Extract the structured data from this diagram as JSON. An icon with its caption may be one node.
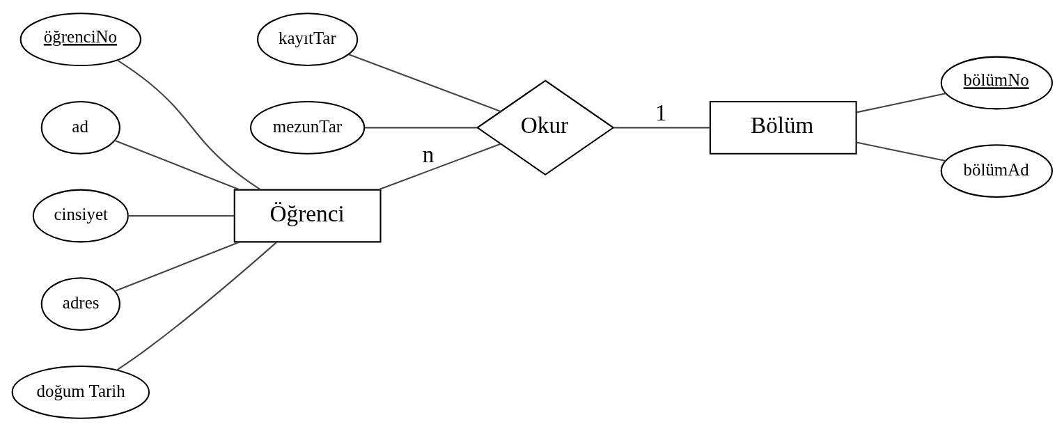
{
  "diagram": {
    "nodes": [
      {
        "text": [
          "Öğrenci"
        ]
      },
      {
        "text": [
          "öğrenciNo"
        ]
      },
      {
        "text": [
          "ad"
        ]
      },
      {
        "text": [
          "cinsiyet"
        ]
      },
      {
        "text": [
          "adres"
        ]
      },
      {
        "text": [
          "doğum Tarih"
        ]
      },
      {
        "text": [
          "Okur"
        ]
      },
      {
        "text": [
          "kayıtTar"
        ]
      },
      {
        "text": [
          "mezunTar"
        ]
      },
      {
        "text": [
          "Bölüm"
        ]
      },
      {
        "text": [
          "bölümNo"
        ]
      },
      {
        "text": [
          "bölümAd"
        ]
      }
    ],
    "edges": [
      {
        "from": 1,
        "to": 0,
        "arrow": "none"
      },
      {
        "from": 2,
        "to": 0,
        "arrow": "none"
      },
      {
        "from": 3,
        "to": 0,
        "arrow": "none"
      },
      {
        "from": 4,
        "to": 0,
        "arrow": "none"
      },
      {
        "from": 5,
        "to": 0,
        "arrow": "none"
      },
      {
        "from": 0,
        "to": 6,
        "arrow": "none",
        "label": "n"
      },
      {
        "from": 7,
        "to": 6,
        "arrow": "none"
      },
      {
        "from": 8,
        "to": 6,
        "arrow": "none"
      },
      {
        "from": 6,
        "to": 9,
        "arrow": "none",
        "label": "1"
      },
      {
        "from": 9,
        "to": 10,
        "arrow": "none"
      },
      {
        "from": 9,
        "to": 11,
        "arrow": "none"
      }
    ]
  }
}
